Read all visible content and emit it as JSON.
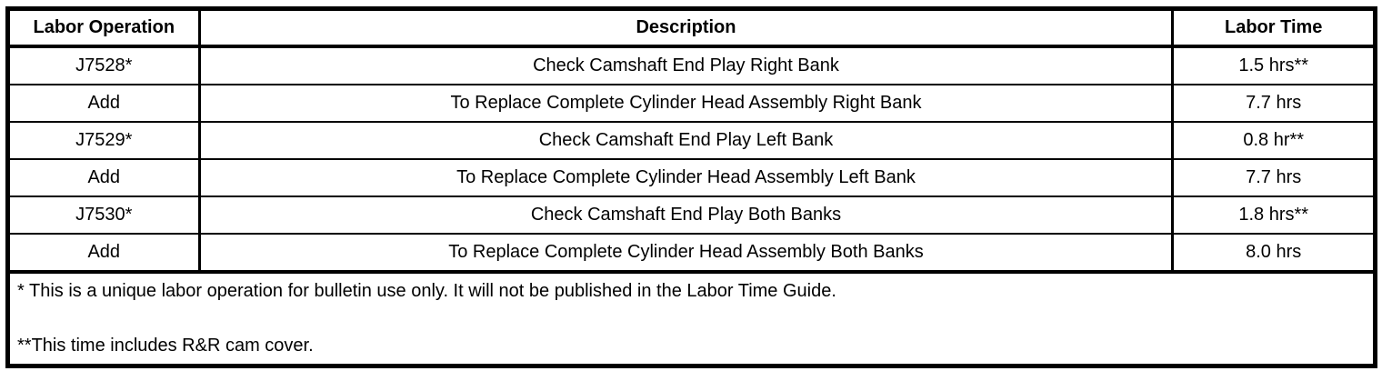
{
  "table": {
    "headers": {
      "labor_operation": "Labor Operation",
      "description": "Description",
      "labor_time": "Labor Time"
    },
    "rows": [
      {
        "labor_operation": "J7528*",
        "description": "Check Camshaft End Play Right Bank",
        "labor_time": "1.5 hrs**"
      },
      {
        "labor_operation": "Add",
        "description": "To Replace Complete Cylinder Head Assembly Right Bank",
        "labor_time": "7.7 hrs"
      },
      {
        "labor_operation": "J7529*",
        "description": "Check Camshaft End Play Left Bank",
        "labor_time": "0.8 hr**"
      },
      {
        "labor_operation": "Add",
        "description": "To Replace Complete Cylinder Head Assembly Left Bank",
        "labor_time": "7.7 hrs"
      },
      {
        "labor_operation": "J7530*",
        "description": "Check Camshaft End Play Both Banks",
        "labor_time": "1.8 hrs**"
      },
      {
        "labor_operation": "Add",
        "description": "To Replace Complete Cylinder Head Assembly Both Banks",
        "labor_time": "8.0 hrs"
      }
    ],
    "footnotes": [
      "* This is a unique labor operation for bulletin use only. It will not be published in the Labor Time Guide.",
      "**This time includes R&R cam cover."
    ]
  },
  "colors": {
    "border": "#000000",
    "background": "#ffffff",
    "text": "#000000"
  }
}
